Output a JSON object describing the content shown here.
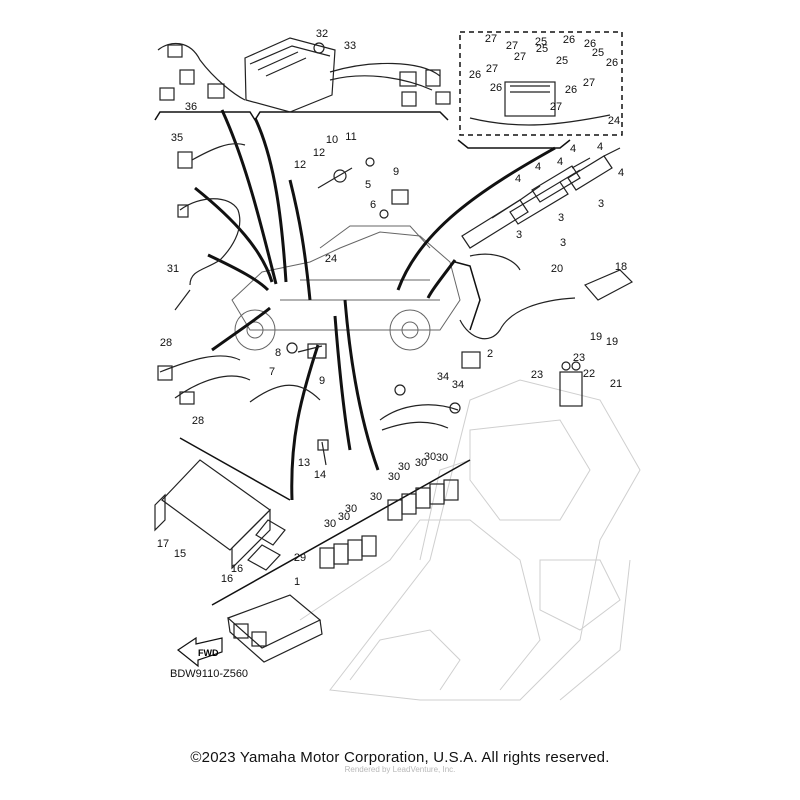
{
  "diagram_code": "BDW9110-Z560",
  "fwd_arrow_label": "FWD",
  "copyright": "©2023 Yamaha Motor Corporation, U.S.A. All rights reserved.",
  "watermark": "Rendered by LeadVenture, Inc.",
  "callouts": [
    "1",
    "2",
    "3",
    "3",
    "3",
    "3",
    "4",
    "4",
    "4",
    "4",
    "4",
    "4",
    "5",
    "6",
    "7",
    "8",
    "9",
    "9",
    "10",
    "11",
    "12",
    "12",
    "13",
    "14",
    "15",
    "16",
    "16",
    "17",
    "18",
    "19",
    "19",
    "20",
    "21",
    "22",
    "23",
    "23",
    "24",
    "24",
    "25",
    "25",
    "25",
    "25",
    "26",
    "26",
    "26",
    "26",
    "26",
    "26",
    "27",
    "27",
    "27",
    "27",
    "27",
    "27",
    "28",
    "28",
    "29",
    "30",
    "30",
    "30",
    "30",
    "30",
    "30",
    "30",
    "30",
    "30",
    "31",
    "32",
    "33",
    "34",
    "34",
    "35",
    "36"
  ]
}
